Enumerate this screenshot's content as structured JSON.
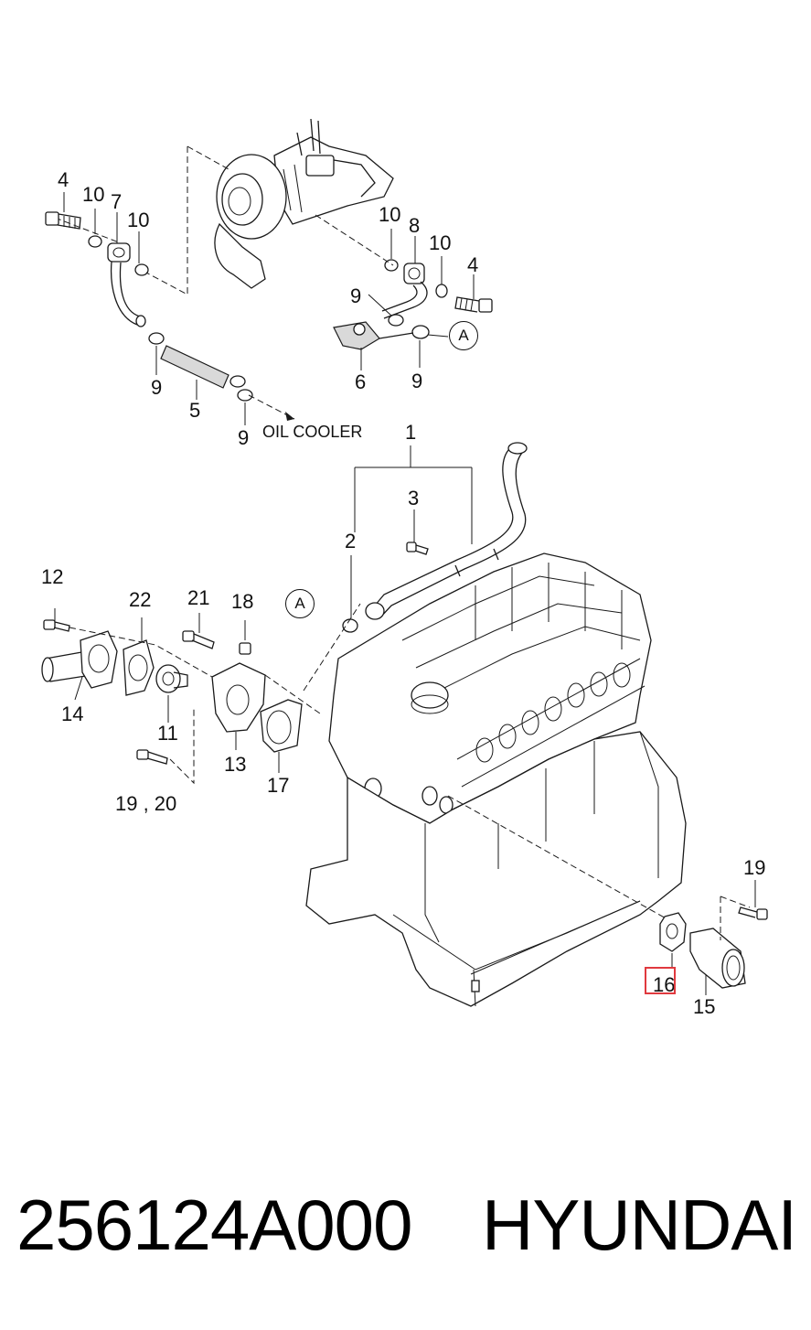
{
  "diagram": {
    "callouts": [
      {
        "id": "c4a",
        "text": "4"
      },
      {
        "id": "c10a",
        "text": "10"
      },
      {
        "id": "c7",
        "text": "7"
      },
      {
        "id": "c10b",
        "text": "10"
      },
      {
        "id": "c10c",
        "text": "10"
      },
      {
        "id": "c8",
        "text": "8"
      },
      {
        "id": "c10d",
        "text": "10"
      },
      {
        "id": "c4b",
        "text": "4"
      },
      {
        "id": "c9a",
        "text": "9"
      },
      {
        "id": "c9b",
        "text": "9"
      },
      {
        "id": "c5",
        "text": "5"
      },
      {
        "id": "c9c",
        "text": "9"
      },
      {
        "id": "c6",
        "text": "6"
      },
      {
        "id": "c9d",
        "text": "9"
      },
      {
        "id": "c1",
        "text": "1"
      },
      {
        "id": "c3",
        "text": "3"
      },
      {
        "id": "c2",
        "text": "2"
      },
      {
        "id": "c12",
        "text": "12"
      },
      {
        "id": "c22",
        "text": "22"
      },
      {
        "id": "c21",
        "text": "21"
      },
      {
        "id": "c18",
        "text": "18"
      },
      {
        "id": "c14",
        "text": "14"
      },
      {
        "id": "c11",
        "text": "11"
      },
      {
        "id": "c13",
        "text": "13"
      },
      {
        "id": "c17",
        "text": "17"
      },
      {
        "id": "c1920",
        "text": "19 , 20"
      },
      {
        "id": "c19",
        "text": "19"
      },
      {
        "id": "c16",
        "text": "16"
      },
      {
        "id": "c15",
        "text": "15"
      }
    ],
    "ref_marker_a1": "A",
    "ref_marker_a2": "A",
    "oil_cooler_note": "OIL COOLER",
    "highlighted_callout": "16"
  },
  "footer": {
    "part_number": "256124A000",
    "brand": "HYUNDAI"
  },
  "colors": {
    "line": "#1a1a1a",
    "highlight": "#e0393e",
    "background": "#ffffff"
  }
}
